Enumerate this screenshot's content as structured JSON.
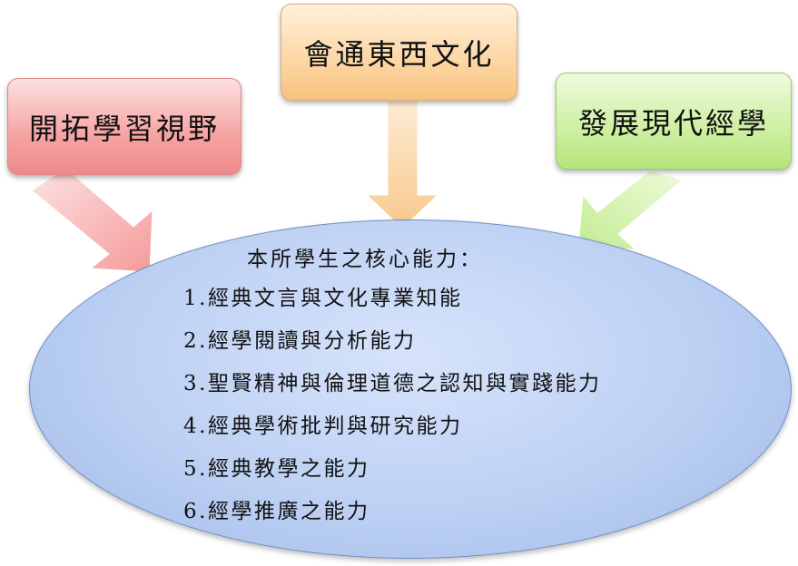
{
  "sources": {
    "left": "開拓學習視野",
    "center": "會通東西文化",
    "right": "發展現代經學"
  },
  "core": {
    "heading": "本所學生之核心能力：",
    "items": [
      "1.經典文言與文化專業知能",
      "2.經學閱讀與分析能力",
      "3.聖賢精神與倫理道德之認知與實踐能力",
      "4.經典學術批判與研究能力",
      "5.經典教學之能力",
      "6.經學推廣之能力"
    ]
  },
  "colors": {
    "left_box": "#f6a3a3",
    "center_box": "#fcd6a4",
    "right_box": "#cdefa2",
    "ellipse": "#bcd0f3"
  }
}
